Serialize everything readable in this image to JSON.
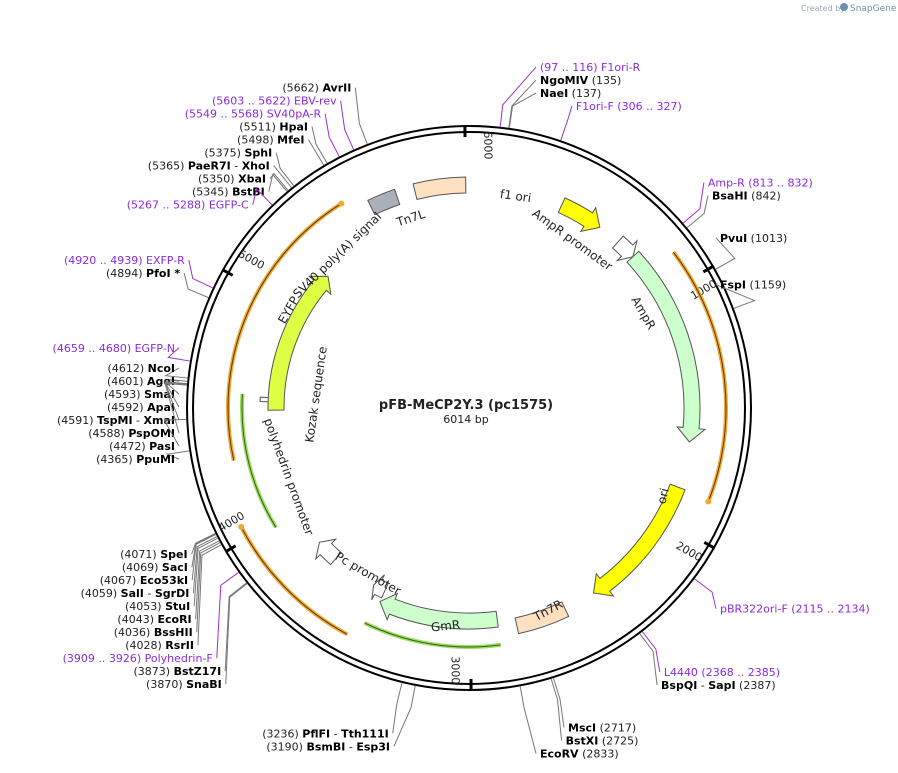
{
  "plasmid": {
    "name": "pFB-MeCP2Y.3 (pc1575)",
    "length_label": "6014 bp",
    "length": 6014
  },
  "watermark": {
    "created_by": "Created by",
    "brand": "SnapGene"
  },
  "ticks": [
    {
      "label": "1000",
      "pos": 1000
    },
    {
      "label": "2000",
      "pos": 2000
    },
    {
      "label": "3000",
      "pos": 3000
    },
    {
      "label": "4000",
      "pos": 4000
    },
    {
      "label": "5000",
      "pos": 5000
    },
    {
      "label": "6000",
      "pos": 6000
    }
  ],
  "features": [
    {
      "name": "f1 ori",
      "color": "#ffff00",
      "start": 410,
      "end": 600,
      "dir": 1,
      "ring": "a"
    },
    {
      "name": "AmpR promoter",
      "color": "#ffffff",
      "start": 700,
      "end": 790,
      "dir": 1,
      "ring": "a"
    },
    {
      "name": "AmpR",
      "color": "#ccffcc",
      "start": 790,
      "end": 1650,
      "dir": 1,
      "ring": "a"
    },
    {
      "name": "ori",
      "color": "#ffff00",
      "start": 1850,
      "end": 2440,
      "dir": 1,
      "ring": "a"
    },
    {
      "name": "Tn7R",
      "color": "#ffe0c0",
      "start": 2580,
      "end": 2800,
      "dir": 0,
      "ring": "a"
    },
    {
      "name": "GmR",
      "color": "#ccffcc",
      "start": 2880,
      "end": 3420,
      "dir": 1,
      "ring": "b"
    },
    {
      "name": "Pc promoter",
      "color": "#ffffff",
      "start": 3420,
      "end": 3480,
      "dir": 1,
      "ring": "b"
    },
    {
      "name": "polyhedrin promoter",
      "color": "#ffffff",
      "start": 3700,
      "end": 3810,
      "dir": 1,
      "ring": "b"
    },
    {
      "name": "Kozak sequence",
      "color": "#ffffff",
      "start": 4540,
      "end": 4560,
      "dir": 0,
      "ring": "b"
    },
    {
      "name": "EYFP",
      "color": "#ddff44",
      "start": 4500,
      "end": 5230,
      "dir": 1,
      "ring": "a"
    },
    {
      "name": "SV40 poly(A) signal",
      "color": "#aab0b8",
      "start": 5580,
      "end": 5700,
      "dir": 0,
      "ring": "a"
    },
    {
      "name": "Tn7L",
      "color": "#ffe0c0",
      "start": 5780,
      "end": 6000,
      "dir": 0,
      "ring": "a"
    }
  ],
  "orange_arcs": [
    {
      "start": 880,
      "end": 1860,
      "dir": 1
    },
    {
      "start": 3480,
      "end": 4050,
      "dir": 1
    },
    {
      "start": 4300,
      "end": 5480,
      "dir": 1
    }
  ],
  "green_arcs": [
    {
      "start": 2880,
      "end": 3440,
      "dir": 1
    },
    {
      "start": 3980,
      "end": 4570,
      "dir": 1
    }
  ],
  "sites": [
    {
      "side": "R",
      "segments": [
        {
          "text": "(97 .. 116)  F1ori-R",
          "cls": "prm"
        }
      ],
      "pos": 106
    },
    {
      "side": "R",
      "segments": [
        {
          "text": "NgoMIV",
          "cls": "enz"
        },
        {
          "text": "   (135)",
          "cls": ""
        }
      ],
      "pos": 135
    },
    {
      "side": "R",
      "segments": [
        {
          "text": "NaeI",
          "cls": "enz"
        },
        {
          "text": "   (137)",
          "cls": ""
        }
      ],
      "pos": 137
    },
    {
      "side": "R",
      "segments": [
        {
          "text": "F1ori-F   (306 .. 327)",
          "cls": "prm"
        }
      ],
      "pos": 316
    },
    {
      "side": "R",
      "segments": [
        {
          "text": "Amp-R   (813 .. 832)",
          "cls": "prm"
        }
      ],
      "pos": 822
    },
    {
      "side": "R",
      "segments": [
        {
          "text": "BsaHI",
          "cls": "enz"
        },
        {
          "text": "   (842)",
          "cls": ""
        }
      ],
      "pos": 842
    },
    {
      "side": "R",
      "segments": [
        {
          "text": "PvuI",
          "cls": "enz"
        },
        {
          "text": "   (1013)",
          "cls": ""
        }
      ],
      "pos": 1013
    },
    {
      "side": "R",
      "segments": [
        {
          "text": "FspI",
          "cls": "enz"
        },
        {
          "text": "   (1159)",
          "cls": ""
        }
      ],
      "pos": 1159
    },
    {
      "side": "R",
      "segments": [
        {
          "text": "pBR322ori-F   (2115 .. 2134)",
          "cls": "prm"
        }
      ],
      "pos": 2124
    },
    {
      "side": "R",
      "segments": [
        {
          "text": "L4440   (2368 .. 2385)",
          "cls": "prm"
        }
      ],
      "pos": 2376
    },
    {
      "side": "R",
      "segments": [
        {
          "text": "BspQI",
          "cls": "enz"
        },
        {
          "text": " - ",
          "cls": ""
        },
        {
          "text": "SapI",
          "cls": "enz"
        },
        {
          "text": "   (2387)",
          "cls": ""
        }
      ],
      "pos": 2387
    },
    {
      "side": "R",
      "segments": [
        {
          "text": "MscI",
          "cls": "enz"
        },
        {
          "text": "   (2717)",
          "cls": ""
        }
      ],
      "pos": 2717
    },
    {
      "side": "R",
      "segments": [
        {
          "text": "BstXI",
          "cls": "enz"
        },
        {
          "text": "   (2725)",
          "cls": ""
        }
      ],
      "pos": 2725
    },
    {
      "side": "R",
      "segments": [
        {
          "text": "EcoRV",
          "cls": "enz"
        },
        {
          "text": "   (2833)",
          "cls": ""
        }
      ],
      "pos": 2833
    },
    {
      "side": "L",
      "segments": [
        {
          "text": "(3236)  ",
          "cls": ""
        },
        {
          "text": "PflFI",
          "cls": "enz"
        },
        {
          "text": " - ",
          "cls": ""
        },
        {
          "text": "Tth111I",
          "cls": "enz"
        }
      ],
      "pos": 3236
    },
    {
      "side": "L",
      "segments": [
        {
          "text": "(3190)  ",
          "cls": ""
        },
        {
          "text": "BsmBI",
          "cls": "enz"
        },
        {
          "text": " - ",
          "cls": ""
        },
        {
          "text": "Esp3I",
          "cls": "enz"
        }
      ],
      "pos": 3190
    },
    {
      "side": "L",
      "segments": [
        {
          "text": "(3870)  ",
          "cls": ""
        },
        {
          "text": "SnaBI",
          "cls": "enz"
        }
      ],
      "pos": 3870
    },
    {
      "side": "L",
      "segments": [
        {
          "text": "(3873)  ",
          "cls": ""
        },
        {
          "text": "BstZ17I",
          "cls": "enz"
        }
      ],
      "pos": 3873
    },
    {
      "side": "L",
      "segments": [
        {
          "text": "(3909 .. 3926)  Polyhedrin-F",
          "cls": "prm"
        }
      ],
      "pos": 3917
    },
    {
      "side": "L",
      "segments": [
        {
          "text": "(4028)  ",
          "cls": ""
        },
        {
          "text": "RsrII",
          "cls": "enz"
        }
      ],
      "pos": 4028
    },
    {
      "side": "L",
      "segments": [
        {
          "text": "(4036)  ",
          "cls": ""
        },
        {
          "text": "BssHII",
          "cls": "enz"
        }
      ],
      "pos": 4036
    },
    {
      "side": "L",
      "segments": [
        {
          "text": "(4043)  ",
          "cls": ""
        },
        {
          "text": "EcoRI",
          "cls": "enz"
        }
      ],
      "pos": 4043
    },
    {
      "side": "L",
      "segments": [
        {
          "text": "(4053)  ",
          "cls": ""
        },
        {
          "text": "StuI",
          "cls": "enz"
        }
      ],
      "pos": 4053
    },
    {
      "side": "L",
      "segments": [
        {
          "text": "(4059)  ",
          "cls": ""
        },
        {
          "text": "SalI",
          "cls": "enz"
        },
        {
          "text": " - ",
          "cls": ""
        },
        {
          "text": "SgrDI",
          "cls": "enz"
        }
      ],
      "pos": 4059
    },
    {
      "side": "L",
      "segments": [
        {
          "text": "(4067)  ",
          "cls": ""
        },
        {
          "text": "Eco53kI",
          "cls": "enz"
        }
      ],
      "pos": 4067
    },
    {
      "side": "L",
      "segments": [
        {
          "text": "(4069)  ",
          "cls": ""
        },
        {
          "text": "SacI",
          "cls": "enz"
        }
      ],
      "pos": 4069
    },
    {
      "side": "L",
      "segments": [
        {
          "text": "(4071)  ",
          "cls": ""
        },
        {
          "text": "SpeI",
          "cls": "enz"
        }
      ],
      "pos": 4071
    },
    {
      "side": "L",
      "segments": [
        {
          "text": "(4365)  ",
          "cls": ""
        },
        {
          "text": "PpuMI",
          "cls": "enz"
        }
      ],
      "pos": 4365
    },
    {
      "side": "L",
      "segments": [
        {
          "text": "(4472)  ",
          "cls": ""
        },
        {
          "text": "PasI",
          "cls": "enz"
        }
      ],
      "pos": 4472
    },
    {
      "side": "L",
      "segments": [
        {
          "text": "(4588)  ",
          "cls": ""
        },
        {
          "text": "PspOMI",
          "cls": "enz"
        }
      ],
      "pos": 4588
    },
    {
      "side": "L",
      "segments": [
        {
          "text": "(4591)  ",
          "cls": ""
        },
        {
          "text": "TspMI",
          "cls": "enz"
        },
        {
          "text": " - ",
          "cls": ""
        },
        {
          "text": "XmaI",
          "cls": "enz"
        }
      ],
      "pos": 4591
    },
    {
      "side": "L",
      "segments": [
        {
          "text": "(4592)  ",
          "cls": ""
        },
        {
          "text": "ApaI",
          "cls": "enz"
        }
      ],
      "pos": 4592
    },
    {
      "side": "L",
      "segments": [
        {
          "text": "(4593)  ",
          "cls": ""
        },
        {
          "text": "SmaI",
          "cls": "enz"
        }
      ],
      "pos": 4593
    },
    {
      "side": "L",
      "segments": [
        {
          "text": "(4601)  ",
          "cls": ""
        },
        {
          "text": "AgeI",
          "cls": "enz"
        }
      ],
      "pos": 4601
    },
    {
      "side": "L",
      "segments": [
        {
          "text": "(4612)  ",
          "cls": ""
        },
        {
          "text": "NcoI",
          "cls": "enz"
        }
      ],
      "pos": 4612
    },
    {
      "side": "L",
      "segments": [
        {
          "text": "(4659 .. 4680)  EGFP-N",
          "cls": "prm"
        }
      ],
      "pos": 4670
    },
    {
      "side": "L",
      "segments": [
        {
          "text": "(4894)  ",
          "cls": ""
        },
        {
          "text": "PfoI *",
          "cls": "enz"
        }
      ],
      "pos": 4894
    },
    {
      "side": "L",
      "segments": [
        {
          "text": "(4920 .. 4939)  EXFP-R",
          "cls": "prm"
        }
      ],
      "pos": 4930
    },
    {
      "side": "L",
      "segments": [
        {
          "text": "(5267 .. 5288)  EGFP-C",
          "cls": "prm"
        }
      ],
      "pos": 5277
    },
    {
      "side": "L",
      "segments": [
        {
          "text": "(5345)  ",
          "cls": ""
        },
        {
          "text": "BstBI",
          "cls": "enz"
        }
      ],
      "pos": 5345
    },
    {
      "side": "L",
      "segments": [
        {
          "text": "(5350)  ",
          "cls": ""
        },
        {
          "text": "XbaI",
          "cls": "enz"
        }
      ],
      "pos": 5350
    },
    {
      "side": "L",
      "segments": [
        {
          "text": "(5365)  ",
          "cls": ""
        },
        {
          "text": "PaeR7I",
          "cls": "enz"
        },
        {
          "text": " - ",
          "cls": ""
        },
        {
          "text": "XhoI",
          "cls": "enz"
        }
      ],
      "pos": 5365
    },
    {
      "side": "L",
      "segments": [
        {
          "text": "(5375)  ",
          "cls": ""
        },
        {
          "text": "SphI",
          "cls": "enz"
        }
      ],
      "pos": 5375
    },
    {
      "side": "L",
      "segments": [
        {
          "text": "(5498)  ",
          "cls": ""
        },
        {
          "text": "MfeI",
          "cls": "enz"
        }
      ],
      "pos": 5498
    },
    {
      "side": "L",
      "segments": [
        {
          "text": "(5511)  ",
          "cls": ""
        },
        {
          "text": "HpaI",
          "cls": "enz"
        }
      ],
      "pos": 5511
    },
    {
      "side": "L",
      "segments": [
        {
          "text": "(5549 .. 5568)  SV40pA-R",
          "cls": "prm"
        }
      ],
      "pos": 5558
    },
    {
      "side": "L",
      "segments": [
        {
          "text": "(5603 .. 5622)  EBV-rev",
          "cls": "prm"
        }
      ],
      "pos": 5612
    },
    {
      "side": "L",
      "segments": [
        {
          "text": "(5662)  ",
          "cls": ""
        },
        {
          "text": "AvrII",
          "cls": "enz"
        }
      ],
      "pos": 5662
    }
  ]
}
